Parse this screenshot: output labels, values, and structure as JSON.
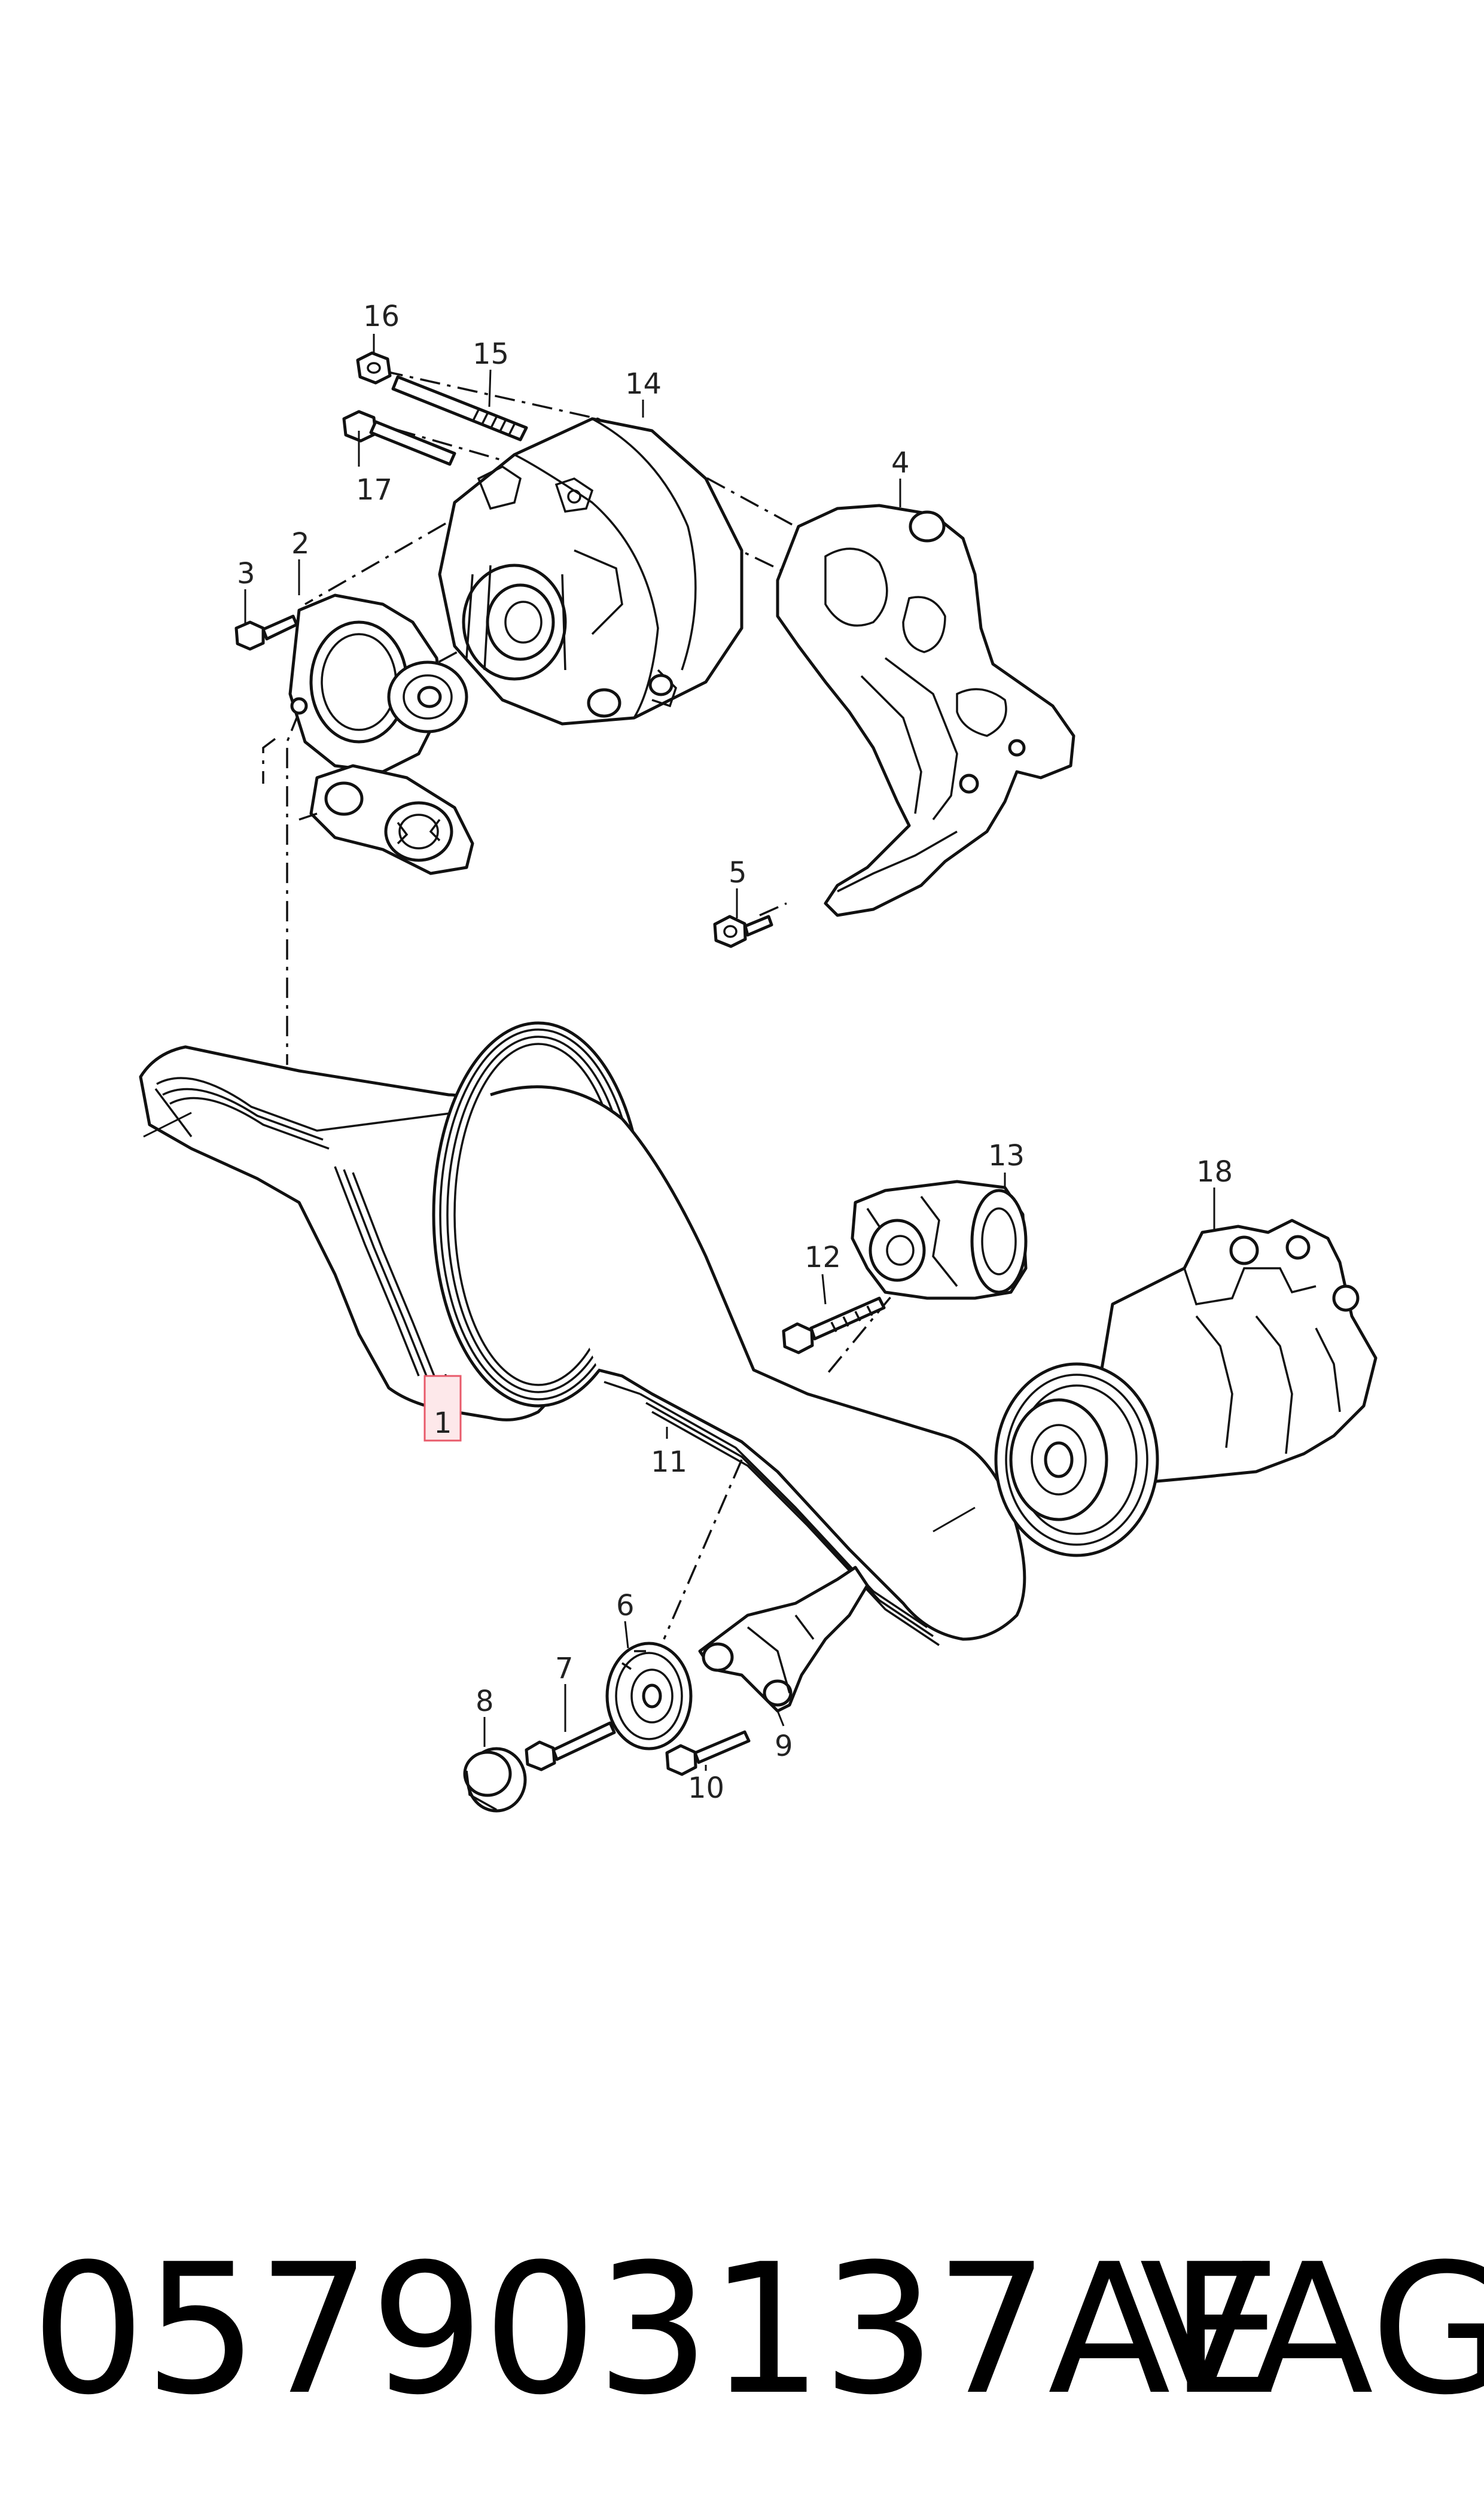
{
  "diagram": {
    "callouts": [
      "1",
      "2",
      "3",
      "4",
      "5",
      "6",
      "7",
      "8",
      "9",
      "10",
      "11",
      "12",
      "13",
      "14",
      "15",
      "16",
      "17",
      "18"
    ],
    "highlighted_callout": "1",
    "highlight_color": "#e85a6a"
  },
  "footer": {
    "part_number": "057903137AE",
    "brand": "VAG"
  }
}
